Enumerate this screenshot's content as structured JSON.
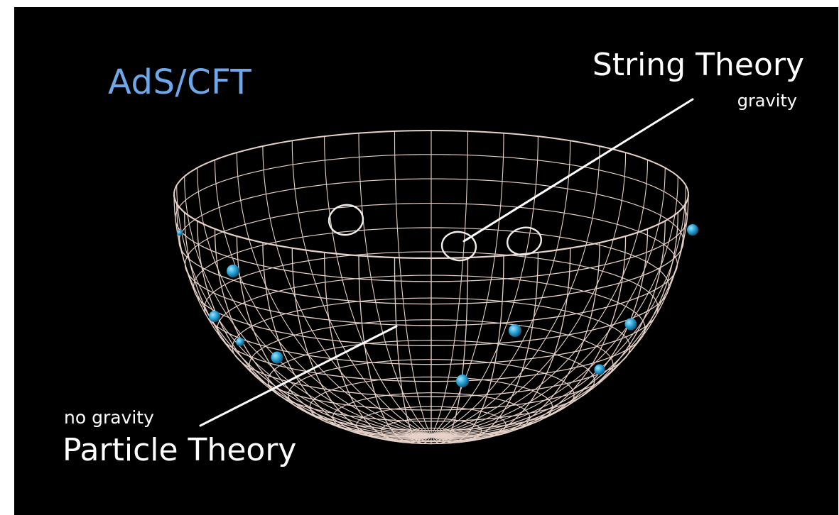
{
  "title": "AdS/CFT",
  "bulk_label": {
    "name": "String Theory",
    "sub": "gravity"
  },
  "boundary_label": {
    "sub": "no gravity",
    "name": "Particle Theory"
  },
  "colors": {
    "background": "#000000",
    "title": "#6fa8e8",
    "mesh": "#e6d2c8",
    "dots": "#2aa3d6",
    "text": "#ffffff"
  },
  "icons": {
    "surface": "hemisphere-mesh",
    "bulk_objects": "string-loop",
    "boundary_objects": "particle-dot",
    "pointers": "callout-line"
  }
}
